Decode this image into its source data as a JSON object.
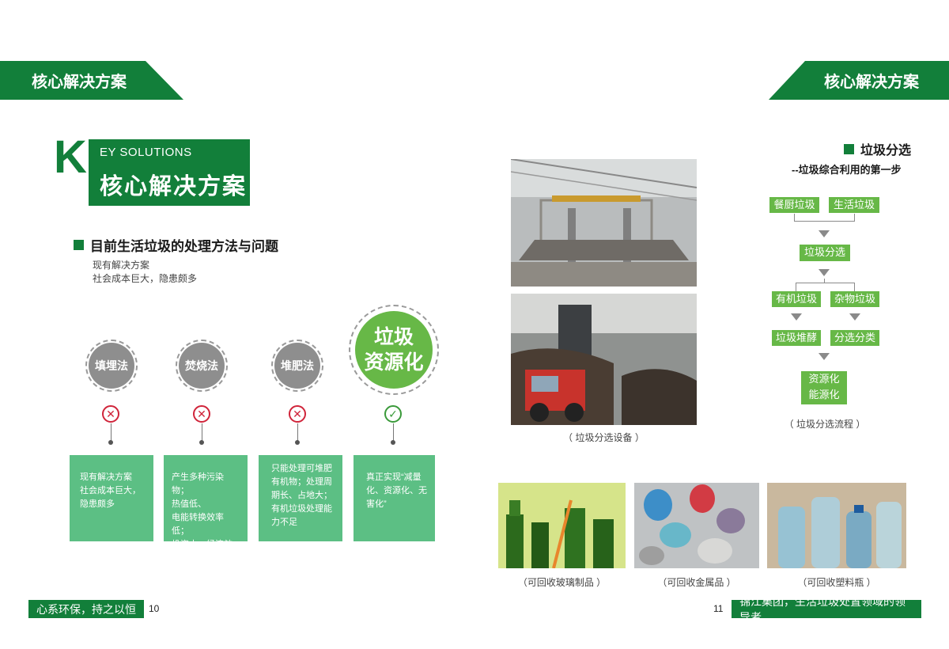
{
  "left_page": {
    "banner": "核心解决方案",
    "key_letter": "K",
    "key_en": "EY SOLUTIONS",
    "key_cn": "核心解决方案",
    "section_title": "目前生活垃圾的处理方法与问题",
    "intro_lines": [
      "现有解决方案",
      "社会成本巨大，隐患颇多"
    ],
    "methods": [
      {
        "label": "填埋法",
        "status": "cross"
      },
      {
        "label": "焚烧法",
        "status": "cross"
      },
      {
        "label": "堆肥法",
        "status": "cross"
      },
      {
        "label_lines": [
          "垃圾",
          "资源化"
        ],
        "status": "check"
      }
    ],
    "boxes": [
      [
        "现有解决方案",
        "社会成本巨大，",
        "隐患颇多"
      ],
      [
        "产生多种污染物；",
        "热值低、",
        "电能转换效率低；",
        "投资大、经济效益差"
      ],
      [
        "只能处理可堆肥",
        "有机物；处理周",
        "期长、占地大；",
        "有机垃圾处理能",
        "力不足"
      ],
      [
        "真正实现“减量",
        "化、资源化、无",
        "害化”"
      ]
    ],
    "footer_slogan": "心系环保，持之以恒",
    "page_number": "10"
  },
  "right_page": {
    "banner": "核心解决方案",
    "section_title": "垃圾分选",
    "subtitle": "--垃圾综合利用的第一步",
    "photo_caption_equipment": "（ 垃圾分选设备 ）",
    "flow": {
      "top": [
        "餐厨垃圾",
        "生活垃圾"
      ],
      "sort": "垃圾分选",
      "mid": [
        "有机垃圾",
        "杂物垃圾"
      ],
      "bottom": [
        "垃圾堆酵",
        "分选分类"
      ],
      "final_lines": [
        "资源化",
        "能源化"
      ],
      "caption": "（ 垃圾分选流程 ）"
    },
    "recycle_captions": [
      "（可回收玻璃制品 ）",
      "（可回收金属品 ）",
      "（可回收塑料瓶 ）"
    ],
    "page_number": "11",
    "footer_slogan": "锦江集团，生活垃圾处置领域的领导者"
  },
  "colors": {
    "brand_green": "#127f3a",
    "light_green": "#67b847",
    "box_green": "#5cbf84",
    "cross_red": "#d0243a"
  }
}
